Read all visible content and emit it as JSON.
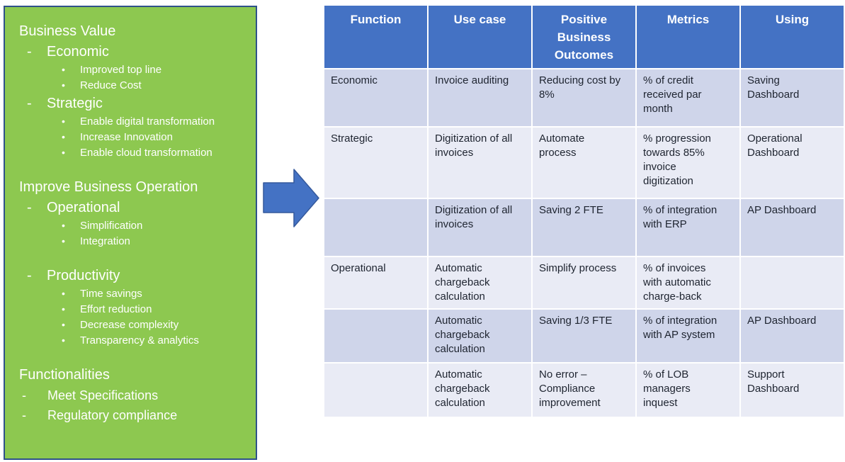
{
  "panel": {
    "sections": [
      {
        "title": "Business Value",
        "groups": [
          {
            "label": "Economic",
            "bullets": [
              "Improved top line",
              "Reduce Cost"
            ]
          },
          {
            "label": "Strategic",
            "bullets": [
              "Enable digital transformation",
              "Increase Innovation",
              "Enable cloud transformation"
            ]
          }
        ]
      },
      {
        "title": "Improve Business Operation",
        "groups": [
          {
            "label": "Operational",
            "bullets": [
              "Simplification",
              "Integration"
            ]
          },
          {
            "label": "Productivity",
            "bullets": [
              "Time savings",
              "Effort reduction",
              "Decrease complexity",
              "Transparency & analytics"
            ]
          }
        ]
      },
      {
        "title": "Functionalities",
        "groups": [
          {
            "label": "Meet Specifications",
            "bullets": []
          },
          {
            "label": "Regulatory compliance",
            "bullets": []
          }
        ]
      }
    ]
  },
  "arrow": {
    "icon": "right-block-arrow"
  },
  "table": {
    "columns": [
      "Function",
      "Use case",
      "Positive Business Outcomes",
      "Metrics",
      "Using"
    ],
    "rows": [
      [
        "Economic",
        "Invoice auditing",
        "Reducing cost by 8%",
        "% of credit received par month",
        "Saving Dashboard"
      ],
      [
        "Strategic",
        "Digitization of all invoices",
        "Automate process",
        "% progression towards 85% invoice digitization",
        "Operational Dashboard"
      ],
      [
        "",
        "Digitization of all invoices",
        "Saving 2 FTE",
        "% of integration with ERP",
        "AP Dashboard"
      ],
      [
        "Operational",
        "Automatic chargeback calculation",
        "Simplify process",
        "% of invoices with automatic charge-back",
        ""
      ],
      [
        "",
        "Automatic chargeback calculation",
        "Saving 1/3 FTE",
        "% of integration with AP system",
        "AP Dashboard"
      ],
      [
        "",
        "Automatic chargeback calculation",
        "No error – Compliance improvement",
        "% of LOB managers inquest",
        "Support Dashboard"
      ]
    ]
  },
  "colors": {
    "header_blue": "#4472C4",
    "band_dark": "#CFD5EA",
    "band_light": "#E9EBF5",
    "panel_green": "#8DC850",
    "panel_border": "#2E5189",
    "arrow_blue": "#4472C4",
    "panel_text": "#FFFFFF",
    "cell_text": "#1E2430"
  }
}
